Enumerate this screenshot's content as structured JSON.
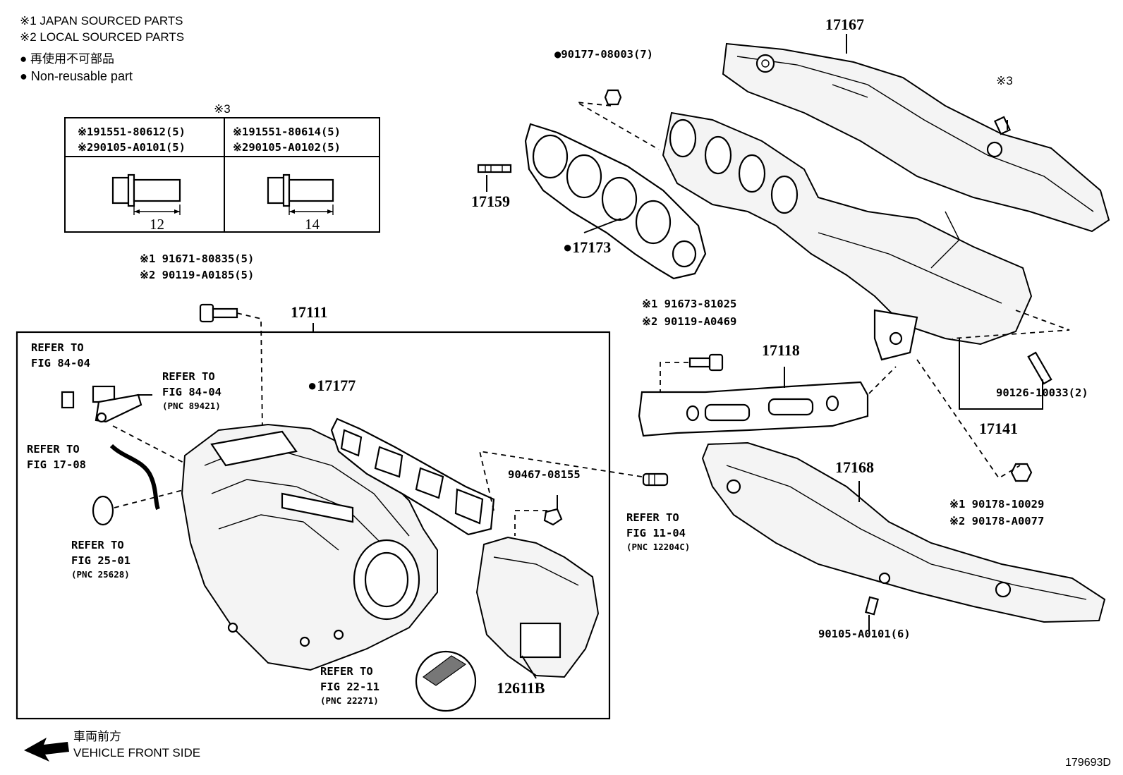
{
  "header": {
    "note1": "※1 JAPAN SOURCED PARTS",
    "note2": "※2 LOCAL SOURCED PARTS",
    "nonreuse_jp": "● 再使用不可部品",
    "nonreuse_en": "● Non-reusable part"
  },
  "bolt_table": {
    "caption": "※3",
    "left_line1": "※191551-80612(5)",
    "left_line2": "※290105-A0101(5)",
    "left_len": "12",
    "right_line1": "※191551-80614(5)",
    "right_line2": "※290105-A0102(5)",
    "right_len": "14"
  },
  "labels": {
    "p17167": "17167",
    "p90177": "●90177-08003(7)",
    "mark3": "※3",
    "p17159": "17159",
    "p17173": "●17173",
    "p91671_1": "※1 91671-80835(5)",
    "p91671_2": "※2 90119-A0185(5)",
    "p17111": "17111",
    "p91673_1": "※1 91673-81025",
    "p91673_2": "※2 90119-A0469",
    "p17118": "17118",
    "p90126": "90126-10033(2)",
    "p17141": "17141",
    "p17177": "●17177",
    "p90467": "90467-08155",
    "p17168": "17168",
    "p90178_1": "※1 90178-10029",
    "p90178_2": "※2 90178-A0077",
    "p90105": "90105-A0101(6)",
    "p12611": "12611B",
    "diagram_id": "179693D"
  },
  "refs": {
    "r1_line1": "REFER TO",
    "r1_line2": "FIG 84-04",
    "r2_line1": "REFER TO",
    "r2_line2": "FIG 84-04",
    "r2_pnc": "(PNC 89421)",
    "r3_line1": "REFER TO",
    "r3_line2": "FIG 17-08",
    "r4_line1": "REFER TO",
    "r4_line2": "FIG 25-01",
    "r4_pnc": "(PNC 25628)",
    "r5_line1": "REFER TO",
    "r5_line2": "FIG 11-04",
    "r5_pnc": "(PNC 12204C)",
    "r6_line1": "REFER TO",
    "r6_line2": "FIG 22-11",
    "r6_pnc": "(PNC 22271)"
  },
  "front": {
    "jp": "車両前方",
    "en": "VEHICLE FRONT SIDE"
  }
}
